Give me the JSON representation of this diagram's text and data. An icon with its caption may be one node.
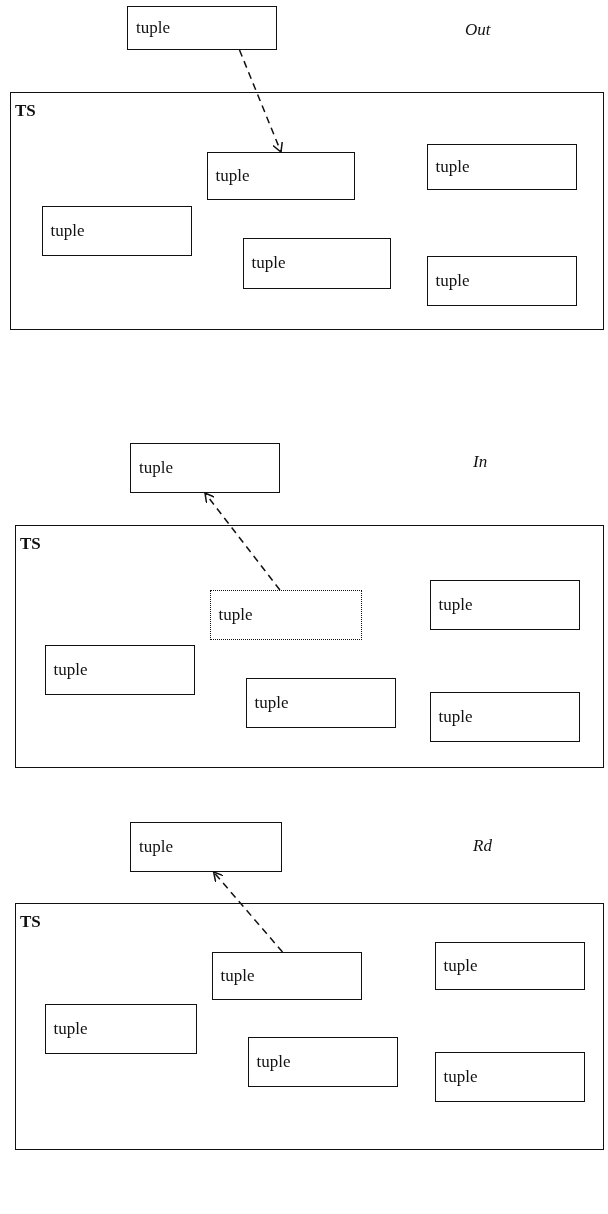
{
  "diagram": {
    "nodes": [
      {
        "text": [
          "tuple"
        ]
      },
      {
        "text": [
          "TS"
        ]
      },
      {
        "text": [
          "tuple"
        ],
        "in": 1
      },
      {
        "text": [
          "tuple"
        ],
        "in": 1
      },
      {
        "text": [
          "tuple"
        ],
        "in": 1
      },
      {
        "text": [
          "tuple"
        ],
        "in": 1
      },
      {
        "text": [
          "tuple"
        ],
        "in": 1
      },
      {
        "text": [
          "tuple"
        ]
      },
      {
        "text": [
          "TS"
        ]
      },
      {
        "text": [
          "tuple"
        ],
        "in": 8
      },
      {
        "text": [
          "tuple"
        ],
        "in": 8
      },
      {
        "text": [
          "tuple"
        ],
        "in": 8
      },
      {
        "text": [
          "tuple"
        ],
        "in": 8
      },
      {
        "text": [
          "tuple"
        ],
        "in": 8
      },
      {
        "text": [
          "tuple"
        ]
      },
      {
        "text": [
          "TS"
        ]
      },
      {
        "text": [
          "tuple"
        ],
        "in": 15
      },
      {
        "text": [
          "tuple"
        ],
        "in": 15
      },
      {
        "text": [
          "tuple"
        ],
        "in": 15
      },
      {
        "text": [
          "tuple"
        ],
        "in": 15
      },
      {
        "text": [
          "tuple"
        ],
        "in": 15
      }
    ],
    "edges": [
      {
        "from": 0,
        "to": 2,
        "arrow": "to",
        "style": "dashed"
      },
      {
        "from": 9,
        "to": 7,
        "arrow": "to",
        "style": "dashed"
      },
      {
        "from": 16,
        "to": 14,
        "arrow": "to",
        "style": "dashed"
      }
    ],
    "labels": [
      "Out",
      "In",
      "Rd"
    ]
  }
}
